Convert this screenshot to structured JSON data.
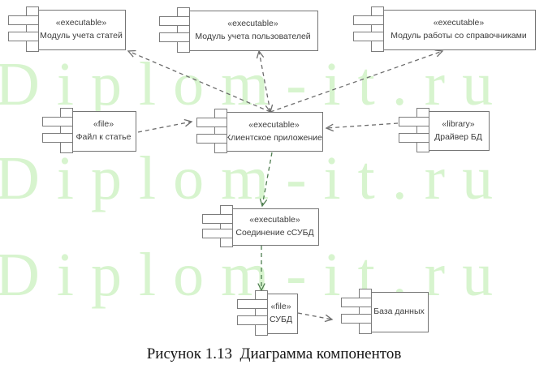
{
  "watermark": {
    "text": "Diplom-it.ru"
  },
  "caption": "Рисунок 1.13  Диаграмма компонентов",
  "colors": {
    "watermark_green": "#d7f4ce",
    "connector_gray": "#6d6d6d",
    "connector_green": "#4f7e50",
    "box_border": "#757575",
    "text": "#3c3c3c"
  },
  "diagram": {
    "components": [
      {
        "id": "articles-module",
        "stereotype": "«executable»",
        "name": "Модуль учета статей"
      },
      {
        "id": "users-module",
        "stereotype": "«executable»",
        "name": "Модуль учета пользователей"
      },
      {
        "id": "reference-module",
        "stereotype": "«executable»",
        "name": "Модуль работы со справочниками"
      },
      {
        "id": "article-file",
        "stereotype": "«file»",
        "name": "Файл к статье"
      },
      {
        "id": "client-app",
        "stereotype": "«executable»",
        "name": "Клиентское приложение"
      },
      {
        "id": "db-driver",
        "stereotype": "«library»",
        "name": "Драйвер БД"
      },
      {
        "id": "db-connection",
        "stereotype": "«executable»",
        "name": "Соединение сСУБД"
      },
      {
        "id": "subd",
        "stereotype": "«file»",
        "name": "СУБД"
      },
      {
        "id": "database",
        "stereotype": "",
        "name": "База данных"
      }
    ],
    "connections": [
      {
        "from": "client-app",
        "to": "articles-module",
        "style": "dashed-arrow"
      },
      {
        "from": "client-app",
        "to": "users-module",
        "style": "dashed-arrow-both"
      },
      {
        "from": "client-app",
        "to": "reference-module",
        "style": "dashed-arrow"
      },
      {
        "from": "article-file",
        "to": "client-app",
        "style": "dashed-arrow"
      },
      {
        "from": "db-driver",
        "to": "client-app",
        "style": "dashed-arrow"
      },
      {
        "from": "client-app",
        "to": "db-connection",
        "style": "dashed-arrow"
      },
      {
        "from": "db-connection",
        "to": "subd",
        "style": "dashed-arrow"
      },
      {
        "from": "subd",
        "to": "database",
        "style": "dashed-arrow"
      }
    ]
  }
}
